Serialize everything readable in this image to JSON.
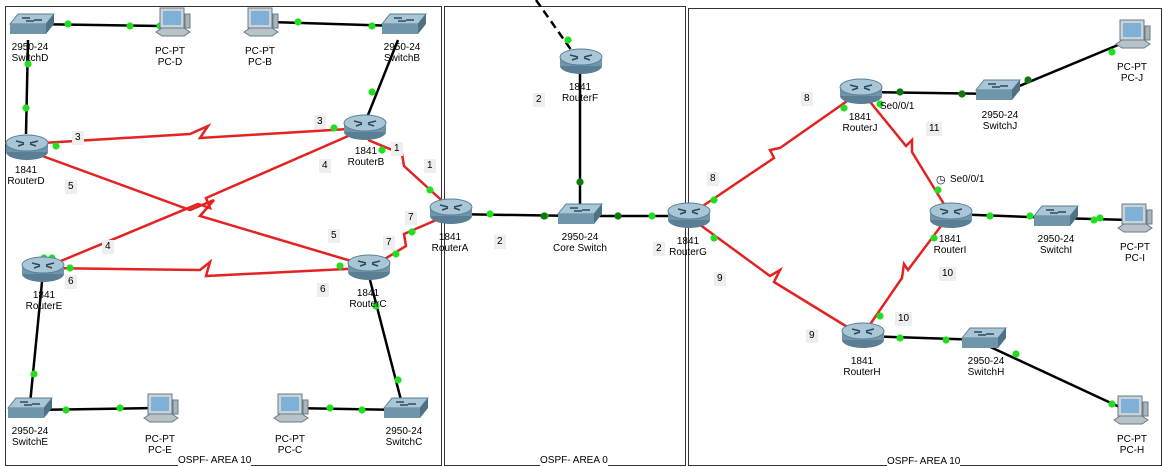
{
  "areas": {
    "left": {
      "label": "OSPF- AREA 10"
    },
    "middle": {
      "label": "OSPF- AREA 0"
    },
    "right": {
      "label": "OSPF- AREA 10"
    }
  },
  "devices": {
    "switchD": {
      "model": "2950-24",
      "name": "SwitchD"
    },
    "pcD": {
      "model": "PC-PT",
      "name": "PC-D"
    },
    "pcB": {
      "model": "PC-PT",
      "name": "PC-B"
    },
    "switchB": {
      "model": "2950-24",
      "name": "SwitchB"
    },
    "routerD": {
      "model": "1841",
      "name": "RouterD"
    },
    "routerB": {
      "model": "1841",
      "name": "RouterB"
    },
    "routerA": {
      "model": "1841",
      "name": "RouterA"
    },
    "routerE": {
      "model": "1841",
      "name": "RouterE"
    },
    "routerC": {
      "model": "1841",
      "name": "RouterC"
    },
    "switchE": {
      "model": "2950-24",
      "name": "SwitchE"
    },
    "pcE": {
      "model": "PC-PT",
      "name": "PC-E"
    },
    "pcC": {
      "model": "PC-PT",
      "name": "PC-C"
    },
    "switchC": {
      "model": "2950-24",
      "name": "SwitchC"
    },
    "routerF": {
      "model": "1841",
      "name": "RouterF"
    },
    "coreSwitch": {
      "model": "2950-24",
      "name": "Core Switch"
    },
    "routerG": {
      "model": "1841",
      "name": "RouterG"
    },
    "routerJ": {
      "model": "1841",
      "name": "RouterJ"
    },
    "switchJ": {
      "model": "2950-24",
      "name": "SwitchJ"
    },
    "pcJ": {
      "model": "PC-PT",
      "name": "PC-J"
    },
    "routerI": {
      "model": "1841",
      "name": "RouterI"
    },
    "switchI": {
      "model": "2950-24",
      "name": "SwitchI"
    },
    "pcI": {
      "model": "PC-PT",
      "name": "PC-I"
    },
    "routerH": {
      "model": "1841",
      "name": "RouterH"
    },
    "switchH": {
      "model": "2950-24",
      "name": "SwitchH"
    },
    "pcH": {
      "model": "PC-PT",
      "name": "PC-H"
    }
  },
  "link_numbers": {
    "n3a": "3",
    "n3b": "3",
    "n1a": "1",
    "n1b": "1",
    "n4a": "4",
    "n5a": "5",
    "n7a": "7",
    "n5b": "5",
    "n7b": "7",
    "n4b": "4",
    "n6a": "6",
    "n6b": "6",
    "n2f": "2",
    "n2core": "2",
    "n2g": "2",
    "n8a": "8",
    "n11": "11",
    "n8b": "8",
    "n9a": "9",
    "n9b": "9",
    "n10a": "10",
    "n10b": "10"
  },
  "interfaces": {
    "routerJ_se": "Se0/0/1",
    "routerI_se": "Se0/0/1"
  },
  "clock_icon": "clock-icon",
  "colors": {
    "serial_link": "#e52222",
    "ethernet_link": "#000000",
    "port_up": "#22dd22",
    "port_dark": "#117711"
  }
}
